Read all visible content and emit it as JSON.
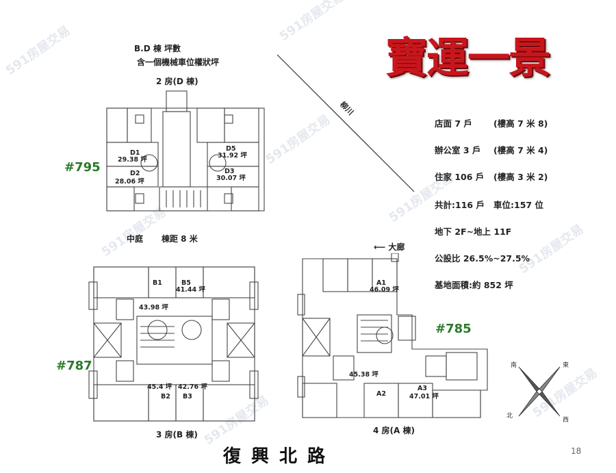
{
  "title": "寶運一景",
  "header": {
    "line1": "B.D 棟  坪數",
    "line2": "含一個機械車位權狀坪"
  },
  "plans": {
    "d": {
      "label": "2 房(D 棟)",
      "tag": "#795",
      "units": [
        {
          "id": "D1",
          "area": "29.38 坪"
        },
        {
          "id": "D2",
          "area": "28.06 坪"
        },
        {
          "id": "D5",
          "area": "31.92 坪"
        },
        {
          "id": "D3",
          "area": "30.07 坪"
        }
      ]
    },
    "b": {
      "label": "3 房(B 棟)",
      "tag": "#787",
      "units": [
        {
          "id": "B1",
          "area": "43.98 坪"
        },
        {
          "id": "B5",
          "area": "41.44 坪"
        },
        {
          "id": "B2",
          "area": "45.4 坪"
        },
        {
          "id": "B3",
          "area": "42.76 坪"
        }
      ]
    },
    "a": {
      "label": "4 房(A 棟)",
      "tag": "#785",
      "units": [
        {
          "id": "A1",
          "area": "46.09 坪"
        },
        {
          "id": "A2",
          "area": "45.38 坪"
        },
        {
          "id": "A3",
          "area": "47.01 坪"
        }
      ]
    }
  },
  "courtyard": "中庭",
  "spacing": "棟距 8 米",
  "liuchuan": "柳川",
  "dalang": "大廊",
  "info": [
    {
      "label": "店面 7 戶",
      "note": "(樓高 7 米 8)"
    },
    {
      "label": "辦公室 3 戶",
      "note": "(樓高 7 米 4)"
    },
    {
      "label": "住家 106 戶",
      "note": "(樓高 3 米 2)"
    },
    {
      "label": "共計:116 戶",
      "note": "車位:157 位"
    },
    {
      "label": "地下 2F~地上 11F",
      "note": ""
    },
    {
      "label": "公設比 26.5%~27.5%",
      "note": ""
    },
    {
      "label": "基地面積:約 852 坪",
      "note": ""
    }
  ],
  "compass": {
    "n": "北",
    "e": "東",
    "s": "西",
    "w": "南"
  },
  "road": "復興北路",
  "page_number": "18",
  "watermark": "591房屋交易"
}
